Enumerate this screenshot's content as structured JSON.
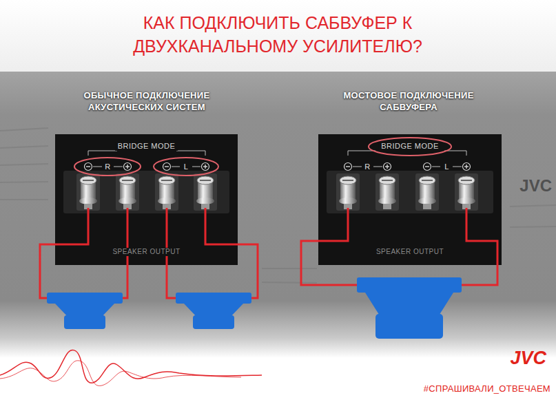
{
  "diagram": {
    "title": "КАК ПОДКЛЮЧИТЬ САБВУФЕР К ДВУХКАНАЛЬНОМУ УСИЛИТЕЛЮ?",
    "nodes": [
      {
        "text": [
          "BRIDGE MODE",
          "R",
          "L",
          "SPEAKER OUTPUT"
        ]
      },
      {
        "text": [
          "BRIDGE MODE",
          "R",
          "L",
          "SPEAKER OUTPUT"
        ]
      }
    ],
    "labels": [
      "ОБЫЧНОЕ ПОДКЛЮЧЕНИЕ АКУСТИЧЕСКИХ СИСТЕМ",
      "МОСТОВОЕ ПОДКЛЮЧЕНИЕ САБВУФЕРА",
      "JVC",
      "JVC",
      "#СПРАШИВАЛИ_ОТВЕЧАЕМ"
    ]
  }
}
